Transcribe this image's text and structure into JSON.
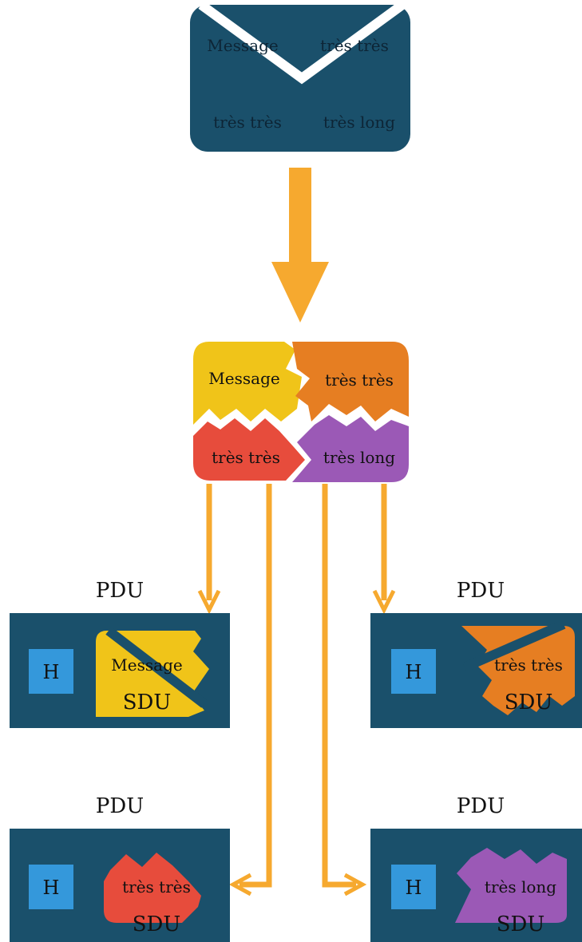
{
  "message": {
    "parts": [
      "Message",
      "très très",
      "très très",
      "très long"
    ]
  },
  "pdus": [
    {
      "label": "PDU",
      "header": "H",
      "fragment": "Message",
      "sdu": "SDU"
    },
    {
      "label": "PDU",
      "header": "H",
      "fragment": "très très",
      "sdu": "SDU"
    },
    {
      "label": "PDU",
      "header": "H",
      "fragment": "très très",
      "sdu": "SDU"
    },
    {
      "label": "PDU",
      "header": "H",
      "fragment": "très long",
      "sdu": "SDU"
    }
  ],
  "colors": {
    "envelope": "#1a506b",
    "arrow": "#f6a92f",
    "yellow": "#f0c419",
    "orange": "#e67e22",
    "red": "#e74c3c",
    "purple": "#9b59b6",
    "header": "#3498db",
    "pdu_box": "#1a506b"
  }
}
